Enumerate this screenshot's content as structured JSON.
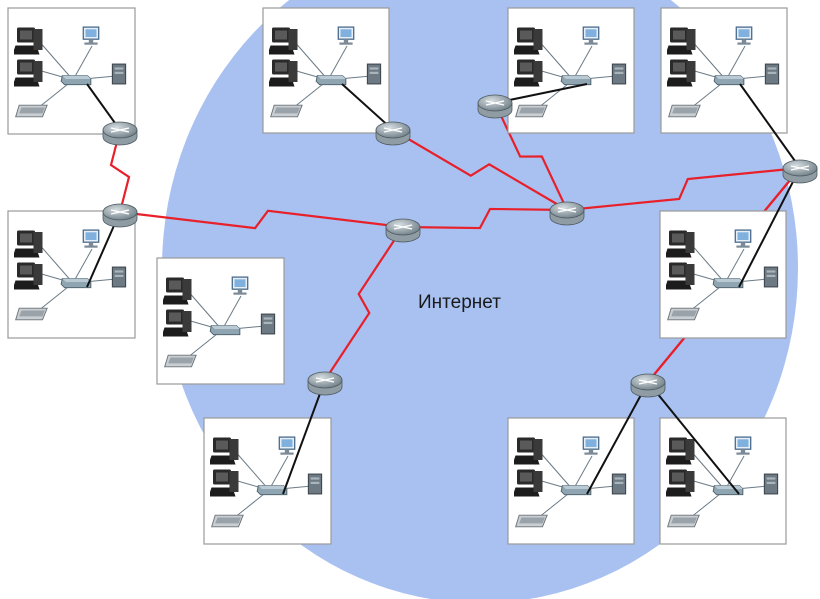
{
  "diagram": {
    "center_label": "Интернет",
    "colors": {
      "cloud": "#a9c1f1",
      "wan_link": "#e8202a",
      "lan_link": "#111111",
      "lan_box_fill": "#ffffff",
      "lan_box_stroke": "#9a9a9a",
      "router_body": "#8f9ca3"
    },
    "lans": [
      {
        "id": "lan-1"
      },
      {
        "id": "lan-2"
      },
      {
        "id": "lan-3"
      },
      {
        "id": "lan-4"
      },
      {
        "id": "lan-5"
      },
      {
        "id": "lan-6"
      },
      {
        "id": "lan-7"
      },
      {
        "id": "lan-8"
      },
      {
        "id": "lan-9"
      },
      {
        "id": "lan-10"
      }
    ],
    "routers": [
      {
        "id": "r1"
      },
      {
        "id": "r2"
      },
      {
        "id": "r3"
      },
      {
        "id": "r4"
      },
      {
        "id": "r5"
      },
      {
        "id": "r6"
      },
      {
        "id": "r7"
      },
      {
        "id": "r8"
      },
      {
        "id": "r9"
      },
      {
        "id": "r10"
      }
    ],
    "links": [
      {
        "from": "r1",
        "to": "r2"
      },
      {
        "from": "r2",
        "to": "r3"
      },
      {
        "from": "r3",
        "to": "r4"
      },
      {
        "from": "r3",
        "to": "r5"
      },
      {
        "from": "r5",
        "to": "r6"
      },
      {
        "from": "r5",
        "to": "r7"
      },
      {
        "from": "r5",
        "to": "r8"
      },
      {
        "from": "r8",
        "to": "r9"
      },
      {
        "from": "r8",
        "to": "r10"
      }
    ]
  }
}
